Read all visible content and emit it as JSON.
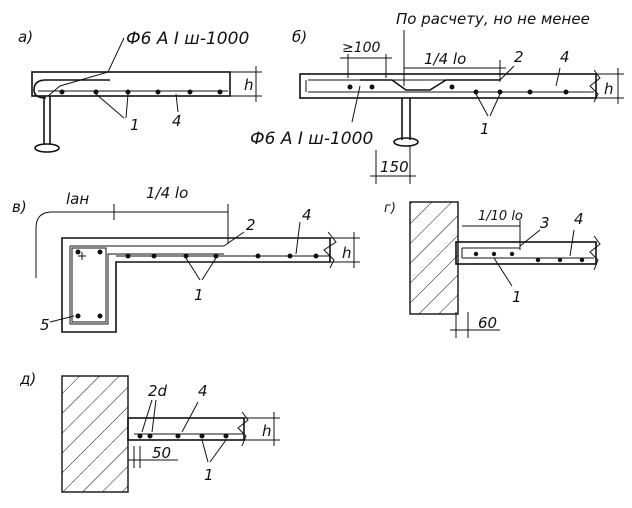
{
  "panels": {
    "a": {
      "letter": "а)",
      "bar_callout": "Ф6 А I ш-1000",
      "height": "h",
      "marks": [
        "1",
        "4"
      ]
    },
    "b": {
      "letter": "б)",
      "calc_note": "По расчету, но не менее",
      "min_len": "≥100",
      "quarter_span": "1/4 lo",
      "bar_callout": "Ф6 А I ш-1000",
      "support_width": "150",
      "height": "h",
      "marks": [
        "2",
        "4",
        "1"
      ]
    },
    "v": {
      "letter": "в)",
      "anchor": "lан",
      "quarter_span": "1/4 lo",
      "height": "h",
      "marks": [
        "2",
        "4",
        "1",
        "5"
      ]
    },
    "g": {
      "letter": "г)",
      "tenth_span": "1/10 lo",
      "support_width": "60",
      "height": "h",
      "marks": [
        "3",
        "4",
        "1"
      ]
    },
    "d": {
      "letter": "д)",
      "spacing": "2d",
      "gap": "50",
      "height": "h",
      "marks": [
        "4",
        "1"
      ]
    }
  }
}
